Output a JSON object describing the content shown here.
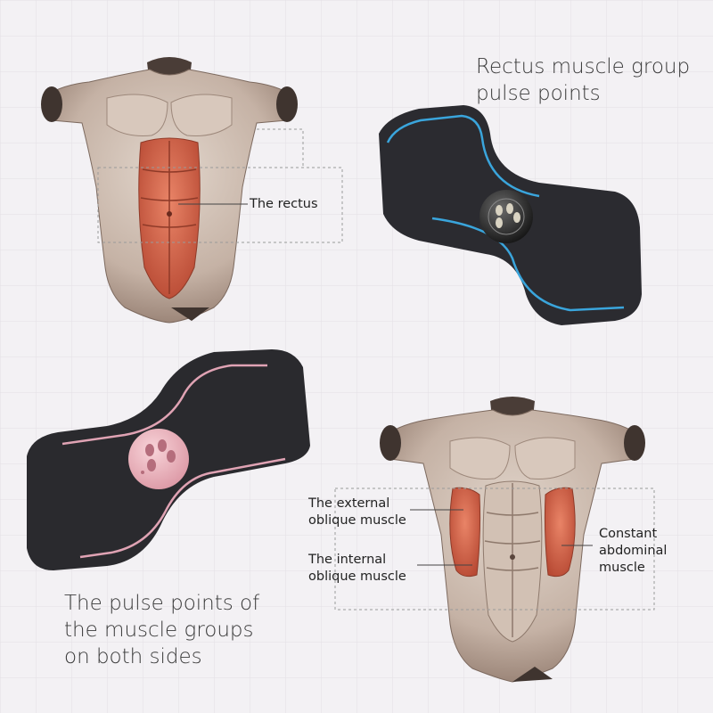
{
  "heading_top": {
    "line1": "Rectus muscle group",
    "line2": "pulse points"
  },
  "heading_bottom": {
    "line1": "The pulse points of",
    "line2": "the muscle groups",
    "line3": "on both sides"
  },
  "labels": {
    "rectus": "The rectus",
    "external_1": "The external",
    "external_2": "oblique muscle",
    "internal_1": "The internal",
    "internal_2": "oblique muscle",
    "constant_1": "Constant",
    "constant_2": "abdominal",
    "constant_3": "muscle"
  },
  "colors": {
    "background": "#f3f1f4",
    "grid": "#e3e0e5",
    "skin": "#c9b7ab",
    "muscle": "#d4694f",
    "pad": "#2a2a2e",
    "pad_line_blue": "#3aa5dc",
    "pad_line_pink": "#e0a3b4",
    "pink_button": "#eeb7c0"
  },
  "icons": {
    "blue_pad": "ems-pad-icon",
    "pink_pad": "ems-pad-icon"
  }
}
